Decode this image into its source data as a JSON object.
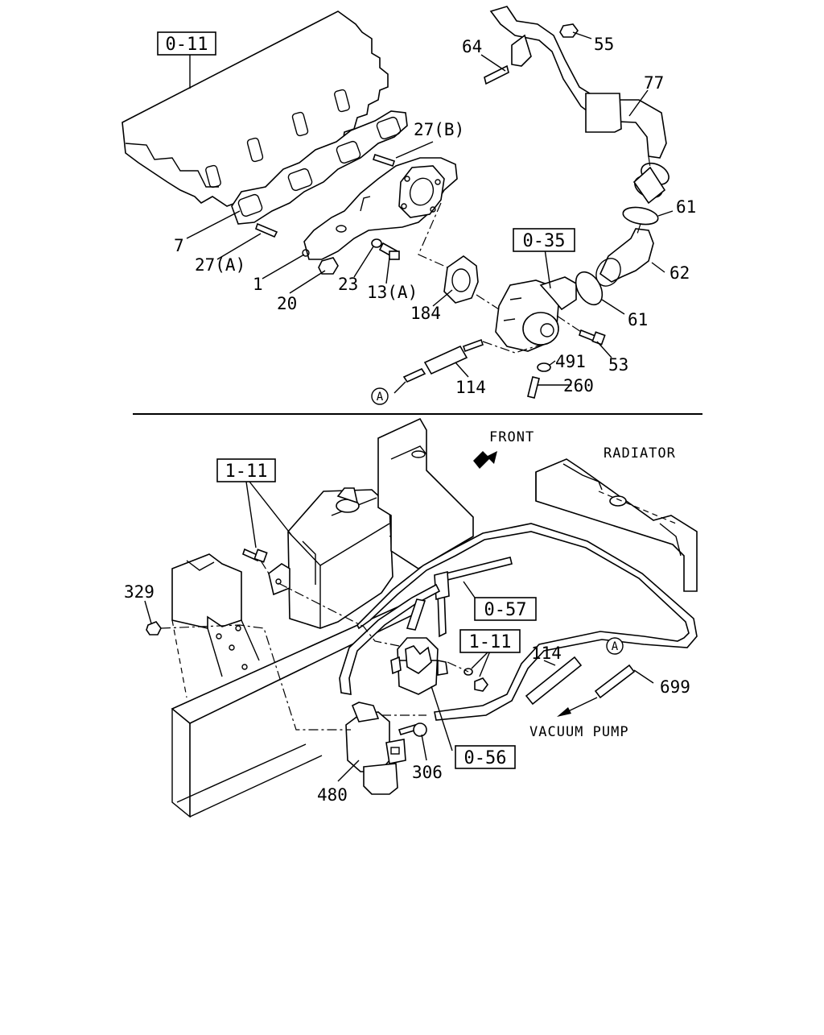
{
  "diagram": {
    "upper": {
      "ref_boxes": [
        "0-11",
        "0-35"
      ],
      "callouts": [
        "64",
        "55",
        "77",
        "27(B)",
        "61",
        "62",
        "61",
        "7",
        "27(A)",
        "1",
        "23",
        "13(A)",
        "20",
        "184",
        "491",
        "53",
        "114",
        "260"
      ],
      "connector_mark": "A"
    },
    "lower": {
      "ref_boxes": [
        "1-11",
        "0-57",
        "1-11",
        "0-56"
      ],
      "callouts": [
        "329",
        "114",
        "699",
        "306",
        "480"
      ],
      "notes": {
        "front": "FRONT",
        "radiator": "RADIATOR",
        "vacuum_pump": "VACUUM PUMP"
      },
      "connector_mark": "A"
    }
  }
}
